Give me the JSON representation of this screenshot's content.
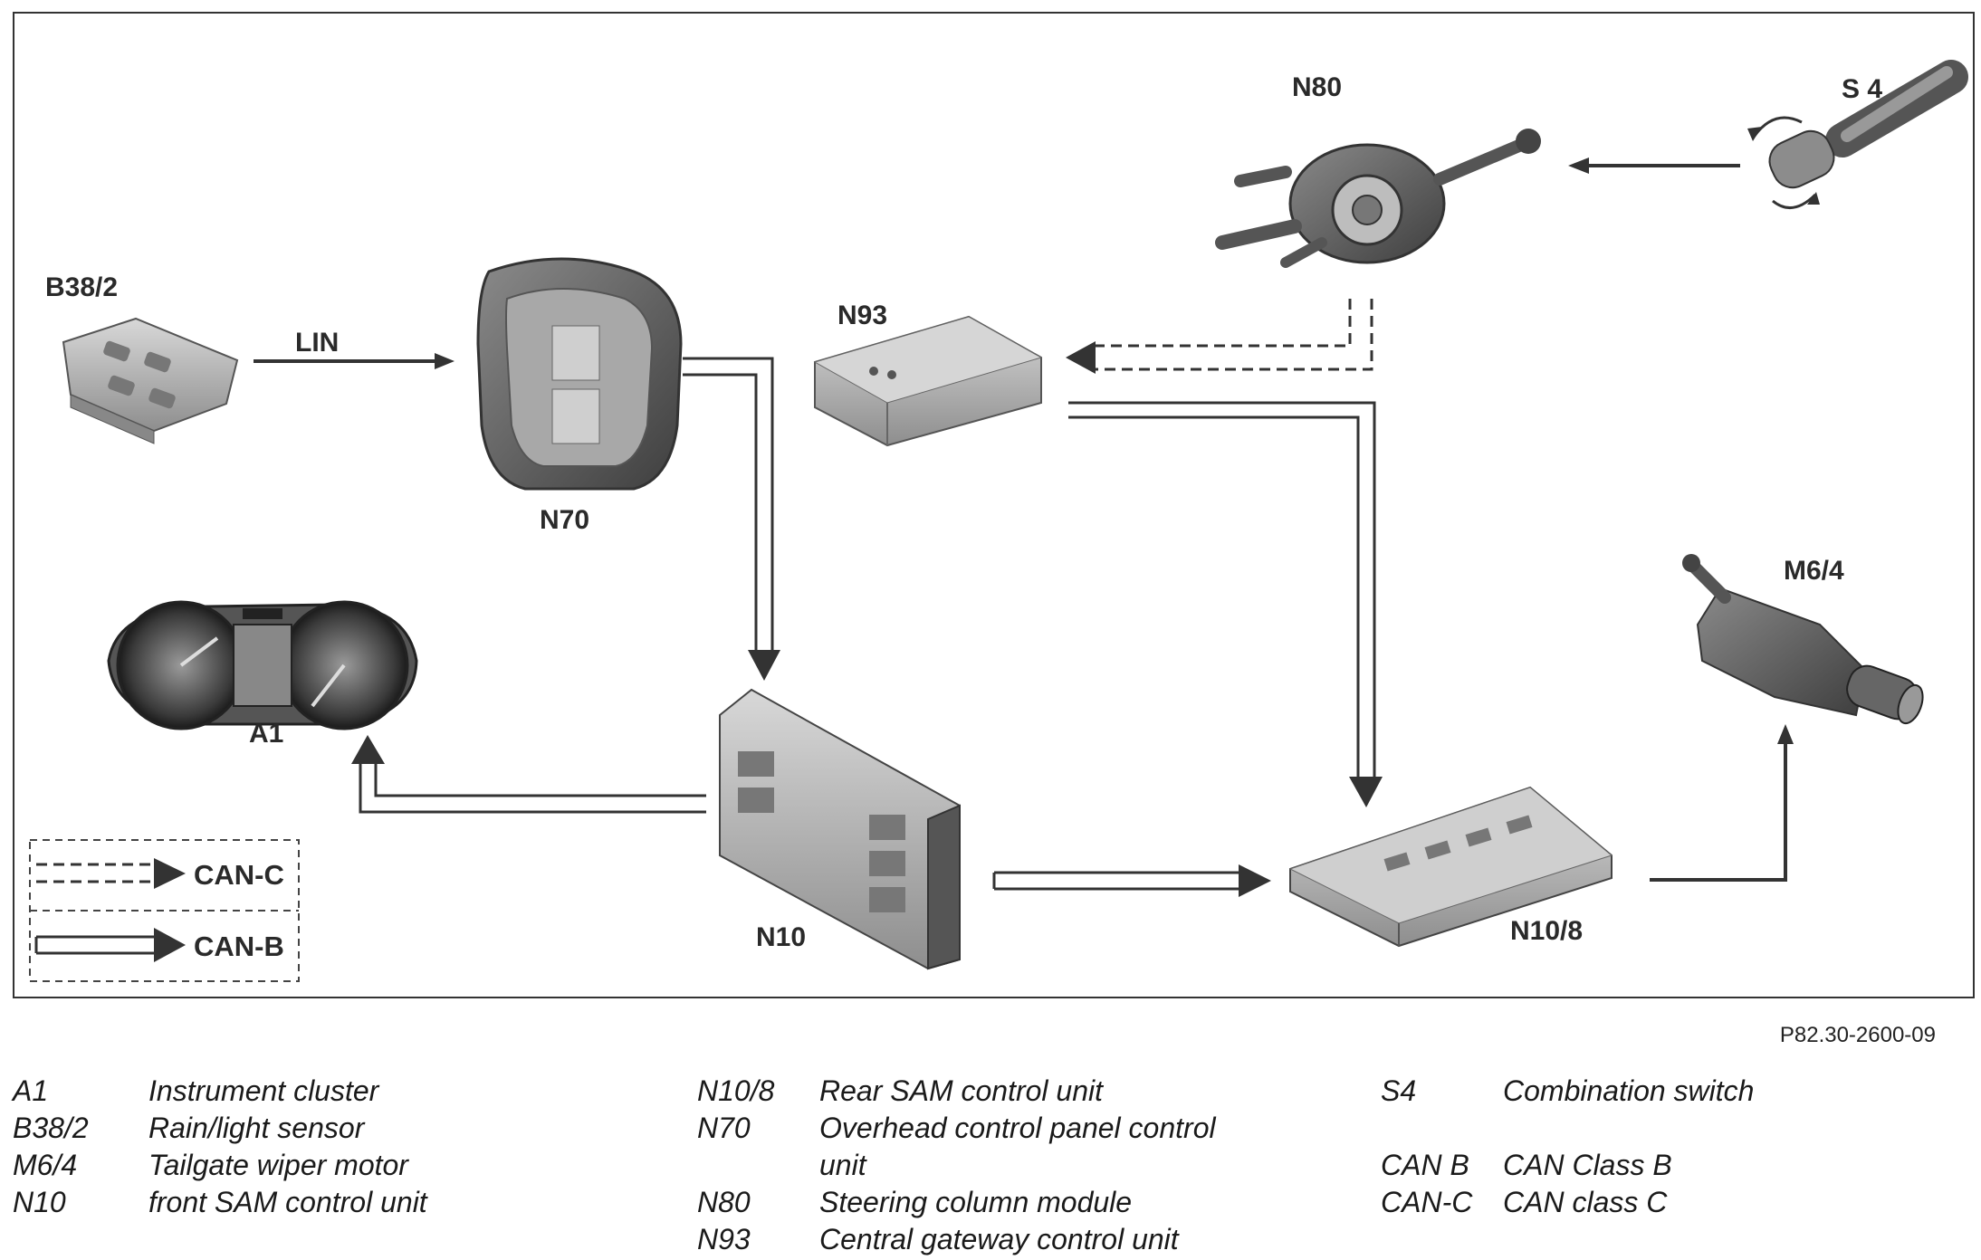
{
  "components": {
    "b38_2": "B38/2",
    "n70": "N70",
    "n93": "N93",
    "n80": "N80",
    "s4": "S 4",
    "a1": "A1",
    "n10": "N10",
    "n10_8": "N10/8",
    "m6_4": "M6/4"
  },
  "connections": {
    "lin_label": "LIN"
  },
  "diagram_legend": {
    "can_c": "CAN-C",
    "can_b": "CAN-B"
  },
  "figure_ref": "P82.30-2600-09",
  "key": {
    "col1": [
      {
        "code": "A1",
        "desc": "Instrument cluster"
      },
      {
        "code": "B38/2",
        "desc": "Rain/light sensor"
      },
      {
        "code": "M6/4",
        "desc": "Tailgate wiper motor"
      },
      {
        "code": "N10",
        "desc": "front SAM control unit"
      }
    ],
    "col2": [
      {
        "code": "N10/8",
        "desc": "Rear SAM control unit"
      },
      {
        "code": "N70",
        "desc": "Overhead control panel control unit"
      },
      {
        "code": "N80",
        "desc": "Steering column module"
      },
      {
        "code": "N93",
        "desc": "Central gateway control unit"
      }
    ],
    "col3": [
      {
        "code": "S4",
        "desc": "Combination switch"
      },
      {
        "code": "CAN B",
        "desc": "CAN Class B"
      },
      {
        "code": "CAN-C",
        "desc": "CAN class C"
      }
    ]
  },
  "colors": {
    "line": "#333333",
    "component_fill": "#a9a9a9",
    "component_dark": "#6e6e6e"
  }
}
